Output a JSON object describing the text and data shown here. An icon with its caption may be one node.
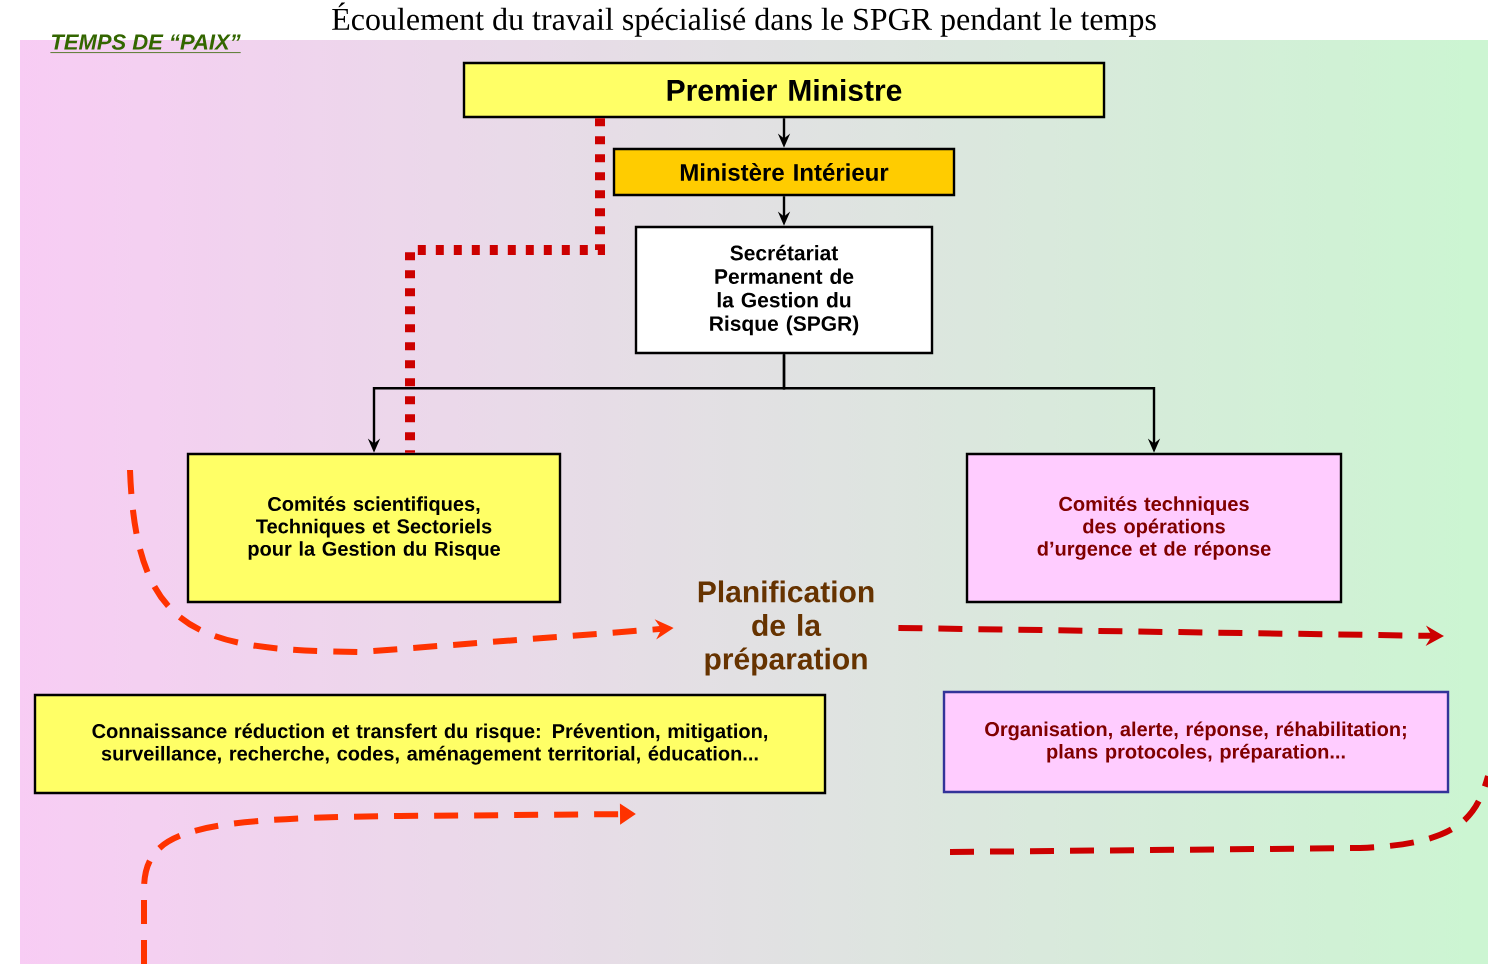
{
  "diagram": {
    "title": "Écoulement du travail spécialisé dans le SPGR pendant le temps",
    "nodes": [
      {
        "text": [
          "Premier Ministre"
        ]
      },
      {
        "text": [
          "Ministère Intérieur"
        ]
      },
      {
        "text": [
          "Secrétariat Permanent de la Gestion du Risque (SPGR)"
        ]
      },
      {
        "text": [
          "Comités scientifiques, Techniques et Sectoriels pour la Gestion du Risque"
        ]
      },
      {
        "text": [
          "Comités techniques des opérations d’urgence et de réponse"
        ]
      },
      {
        "text": [
          "Planification de la préparation"
        ]
      },
      {
        "text": [
          "Connaissance réduction et transfert du risque: Prévention, mitigation, surveillance, recherche, codes, aménagement territorial, éducation..."
        ]
      },
      {
        "text": [
          "Organisation, alerte, réponse, réhabilitation; plans protocoles, préparation..."
        ]
      }
    ],
    "edges": [
      {
        "from": 0,
        "to": 1,
        "arrow": "to"
      },
      {
        "from": 1,
        "to": 2,
        "arrow": "to"
      },
      {
        "from": 2,
        "to": 3,
        "arrow": "to"
      },
      {
        "from": 2,
        "to": 4,
        "arrow": "to"
      },
      {
        "from": 0,
        "to": 3,
        "arrow": "none",
        "style": "dashed",
        "color": "#cc0000"
      },
      {
        "from": null,
        "to": 5,
        "arrow": "to",
        "style": "dashed",
        "color": "#ff3300"
      },
      {
        "from": 5,
        "to": null,
        "arrow": "to",
        "style": "dashed",
        "color": "#cc0000"
      }
    ],
    "labels": [
      "TEMPS DE “PAIX”"
    ]
  }
}
